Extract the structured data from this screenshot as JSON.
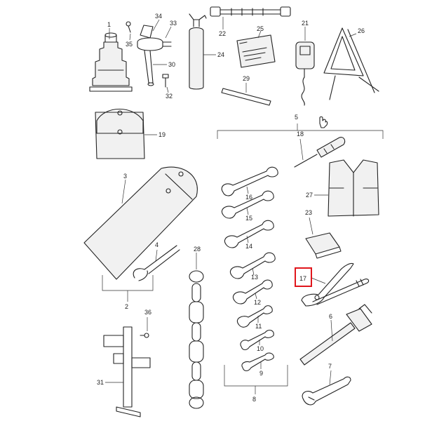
{
  "labels": {
    "l1": "1",
    "l2": "2",
    "l3": "3",
    "l4": "4",
    "l5": "5",
    "l6": "6",
    "l7": "7",
    "l8": "8",
    "l9": "9",
    "l10": "10",
    "l11": "11",
    "l12": "12",
    "l13": "13",
    "l14": "14",
    "l15": "15",
    "l16": "16",
    "l17": "17",
    "l18": "18",
    "l19": "19",
    "l21": "21",
    "l22": "22",
    "l23": "23",
    "l24": "24",
    "l25": "25",
    "l26": "26",
    "l27": "27",
    "l28": "28",
    "l29": "29",
    "l30": "30",
    "l31": "31",
    "l32": "32",
    "l33": "33",
    "l34": "34",
    "l35": "35",
    "l36": "36"
  },
  "highlight": {
    "label": "17",
    "color": "#e0161c"
  }
}
